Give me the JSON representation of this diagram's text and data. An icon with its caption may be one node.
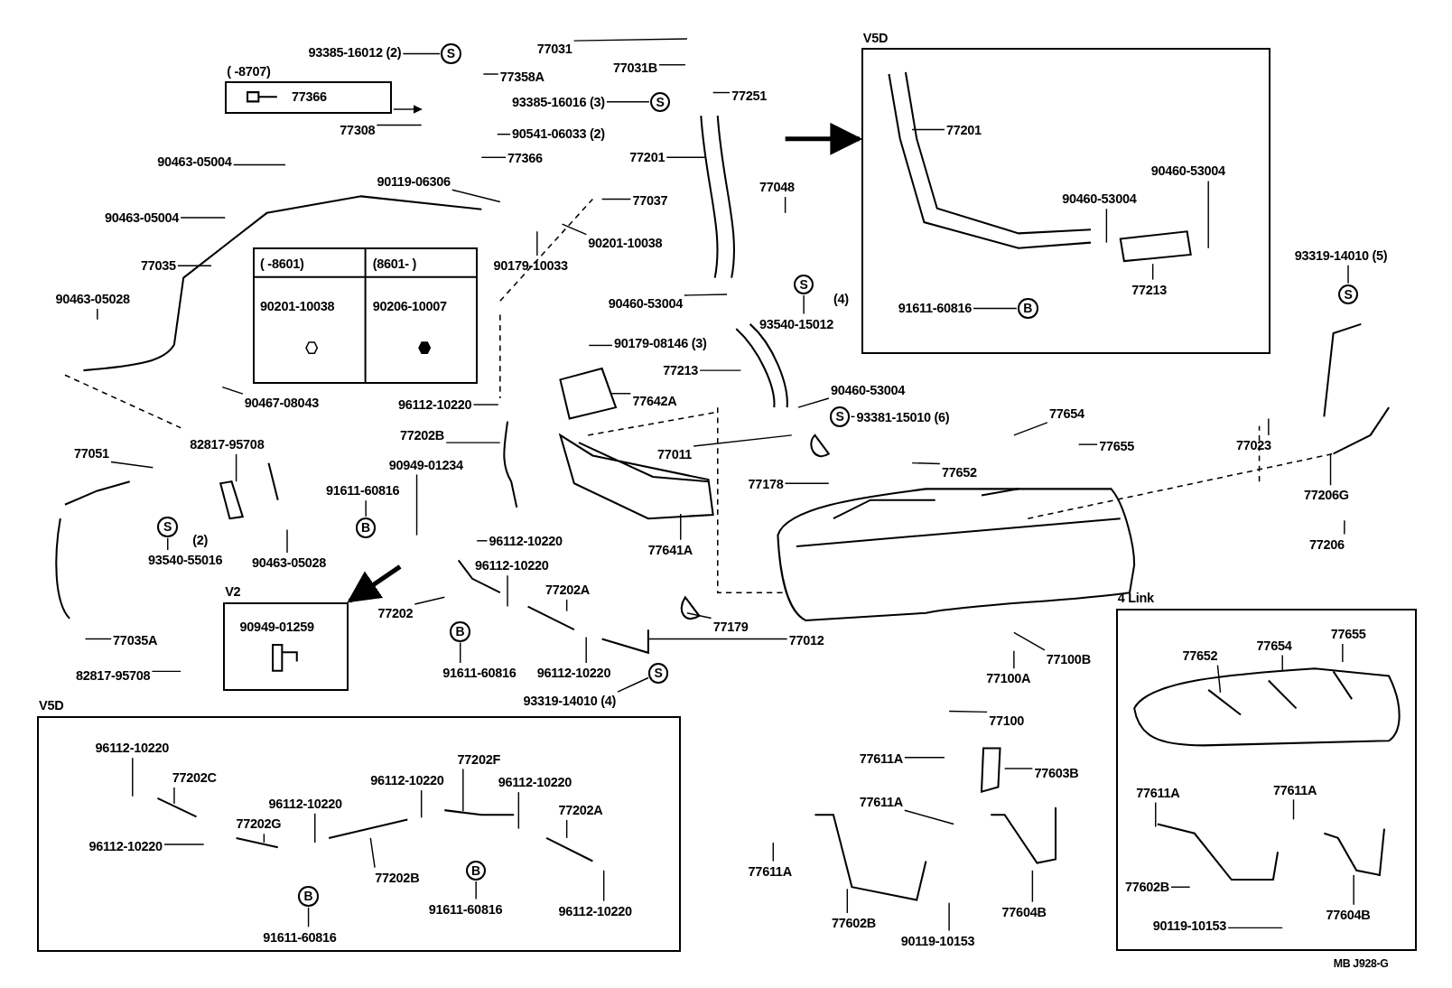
{
  "diagram": {
    "nodes": [
      {
        "text": [
          "( -8707)",
          "77366"
        ]
      },
      {
        "text": [
          "93385-16012 (2)"
        ]
      },
      {
        "text": [
          "S"
        ]
      },
      {
        "text": [
          "77358A"
        ]
      },
      {
        "text": [
          "77308"
        ]
      },
      {
        "text": [
          "90541-06033 (2)"
        ]
      },
      {
        "text": [
          "77366"
        ]
      },
      {
        "text": [
          "90119-06306"
        ]
      },
      {
        "text": [
          "90463-05004"
        ]
      },
      {
        "text": [
          "90463-05004"
        ]
      },
      {
        "text": [
          "77035"
        ]
      },
      {
        "text": [
          "90463-05028"
        ]
      },
      {
        "text": [
          "90467-08043"
        ]
      },
      {
        "text": [
          "( -8601)",
          "(8601- )",
          "90201-10038",
          "90206-10007"
        ]
      },
      {
        "text": [
          "77031"
        ]
      },
      {
        "text": [
          "77031B"
        ]
      },
      {
        "text": [
          "93385-16016 (3)"
        ]
      },
      {
        "text": [
          "S"
        ]
      },
      {
        "text": [
          "77251"
        ]
      },
      {
        "text": [
          "77201"
        ]
      },
      {
        "text": [
          "77048"
        ]
      },
      {
        "text": [
          "77037"
        ]
      },
      {
        "text": [
          "90201-10038"
        ]
      },
      {
        "text": [
          "90179-10033"
        ]
      },
      {
        "text": [
          "90460-53004"
        ]
      },
      {
        "text": [
          "S"
        ]
      },
      {
        "text": [
          "93540-15012"
        ],
        "beside": [
          "(4)"
        ]
      },
      {
        "text": [
          "90179-08146 (3)"
        ]
      },
      {
        "text": [
          "77213"
        ]
      },
      {
        "text": [
          "90460-53004"
        ]
      },
      {
        "text": [
          "S"
        ]
      },
      {
        "text": [
          "93381-15010 (6)"
        ]
      },
      {
        "text": [
          "77642A"
        ]
      },
      {
        "text": [
          "96112-10220"
        ]
      },
      {
        "text": [
          "77202B"
        ]
      },
      {
        "text": [
          "90949-01234"
        ]
      },
      {
        "text": [
          "77011"
        ]
      },
      {
        "text": [
          "77178"
        ]
      },
      {
        "text": [
          "77654"
        ]
      },
      {
        "text": [
          "77655"
        ]
      },
      {
        "text": [
          "77652"
        ]
      },
      {
        "text": [
          "77641A"
        ]
      },
      {
        "text": [
          "77051"
        ]
      },
      {
        "text": [
          "82817-95708"
        ]
      },
      {
        "text": [
          "S"
        ]
      },
      {
        "text": [
          "93540-55016"
        ],
        "beside": [
          "(2)"
        ]
      },
      {
        "text": [
          "90463-05028"
        ]
      },
      {
        "text": [
          "91611-60816"
        ]
      },
      {
        "text": [
          "B"
        ]
      },
      {
        "text": [
          "96112-10220"
        ]
      },
      {
        "text": [
          "96112-10220"
        ]
      },
      {
        "text": [
          "77202A"
        ]
      },
      {
        "text": [
          "77202"
        ]
      },
      {
        "text": [
          "B"
        ]
      },
      {
        "text": [
          "91611-60816"
        ]
      },
      {
        "text": [
          "96112-10220"
        ]
      },
      {
        "text": [
          "S"
        ]
      },
      {
        "text": [
          "93319-14010 (4)"
        ]
      },
      {
        "text": [
          "77179"
        ]
      },
      {
        "text": [
          "77012"
        ]
      },
      {
        "text": [
          "77035A"
        ]
      },
      {
        "text": [
          "82817-95708"
        ]
      },
      {
        "text": [
          "V2",
          "90949-01259"
        ]
      },
      {
        "text": [
          "V5D"
        ]
      },
      {
        "text": [
          "77201"
        ],
        "in": 63
      },
      {
        "text": [
          "90460-53004"
        ],
        "in": 63
      },
      {
        "text": [
          "90460-53004"
        ],
        "in": 63
      },
      {
        "text": [
          "77213"
        ],
        "in": 63
      },
      {
        "text": [
          "91611-60816"
        ],
        "in": 63
      },
      {
        "text": [
          "B"
        ],
        "in": 63
      },
      {
        "text": [
          "S"
        ]
      },
      {
        "text": [
          "93319-14010 (5)"
        ]
      },
      {
        "text": [
          "77023"
        ]
      },
      {
        "text": [
          "77206G"
        ]
      },
      {
        "text": [
          "77206"
        ]
      },
      {
        "text": [
          "77100B"
        ]
      },
      {
        "text": [
          "77100A"
        ]
      },
      {
        "text": [
          "77100"
        ]
      },
      {
        "text": [
          "77611A"
        ]
      },
      {
        "text": [
          "77603B"
        ]
      },
      {
        "text": [
          "77611A"
        ]
      },
      {
        "text": [
          "77611A"
        ]
      },
      {
        "text": [
          "77602B"
        ]
      },
      {
        "text": [
          "90119-10153"
        ]
      },
      {
        "text": [
          "77604B"
        ]
      },
      {
        "text": [
          "4 Link"
        ]
      },
      {
        "text": [
          "77652"
        ],
        "in": 85
      },
      {
        "text": [
          "77654"
        ],
        "in": 85
      },
      {
        "text": [
          "77655"
        ],
        "in": 85
      },
      {
        "text": [
          "77611A"
        ],
        "in": 85
      },
      {
        "text": [
          "77611A"
        ],
        "in": 85
      },
      {
        "text": [
          "77602B"
        ],
        "in": 85
      },
      {
        "text": [
          "90119-10153"
        ],
        "in": 85
      },
      {
        "text": [
          "77604B"
        ],
        "in": 85
      },
      {
        "text": [
          "V5D"
        ]
      },
      {
        "text": [
          "96112-10220"
        ],
        "in": 94
      },
      {
        "text": [
          "77202C"
        ],
        "in": 94
      },
      {
        "text": [
          "96112-10220"
        ],
        "in": 94
      },
      {
        "text": [
          "77202G"
        ],
        "in": 94
      },
      {
        "text": [
          "B"
        ],
        "in": 94
      },
      {
        "text": [
          "91611-60816"
        ],
        "in": 94
      },
      {
        "text": [
          "96112-10220"
        ],
        "in": 94
      },
      {
        "text": [
          "77202B"
        ],
        "in": 94
      },
      {
        "text": [
          "96112-10220"
        ],
        "in": 94
      },
      {
        "text": [
          "77202F"
        ],
        "in": 94
      },
      {
        "text": [
          "B"
        ],
        "in": 94
      },
      {
        "text": [
          "91611-60816"
        ],
        "in": 94
      },
      {
        "text": [
          "96112-10220"
        ],
        "in": 94
      },
      {
        "text": [
          "77202A"
        ],
        "in": 94
      },
      {
        "text": [
          "96112-10220"
        ],
        "in": 94
      }
    ],
    "edges": [
      {
        "from": 0,
        "to": null,
        "arrow": "to"
      },
      {
        "from": 1,
        "to": 2,
        "arrow": "none"
      },
      {
        "from": 3,
        "to": null,
        "arrow": "none"
      },
      {
        "from": 4,
        "to": null,
        "arrow": "none"
      },
      {
        "from": 5,
        "to": null,
        "arrow": "none"
      },
      {
        "from": 6,
        "to": null,
        "arrow": "none"
      },
      {
        "from": 7,
        "to": null,
        "arrow": "none"
      },
      {
        "from": 8,
        "to": null,
        "arrow": "none"
      },
      {
        "from": 9,
        "to": null,
        "arrow": "none"
      },
      {
        "from": 10,
        "to": null,
        "arrow": "none"
      },
      {
        "from": 11,
        "to": null,
        "arrow": "none"
      },
      {
        "from": 12,
        "to": null,
        "arrow": "none"
      },
      {
        "from": 14,
        "to": null,
        "arrow": "none"
      },
      {
        "from": 15,
        "to": null,
        "arrow": "none"
      },
      {
        "from": 16,
        "to": 17,
        "arrow": "none"
      },
      {
        "from": 18,
        "to": null,
        "arrow": "none"
      },
      {
        "from": 19,
        "to": null,
        "arrow": "none"
      },
      {
        "from": 20,
        "to": null,
        "arrow": "none"
      },
      {
        "from": 21,
        "to": null,
        "arrow": "none"
      },
      {
        "from": 22,
        "to": null,
        "arrow": "none"
      },
      {
        "from": 23,
        "to": null,
        "arrow": "none"
      },
      {
        "from": 24,
        "to": null,
        "arrow": "none"
      },
      {
        "from": 26,
        "to": 25,
        "arrow": "none"
      },
      {
        "from": 27,
        "to": null,
        "arrow": "none"
      },
      {
        "from": 28,
        "to": null,
        "arrow": "none"
      },
      {
        "from": 29,
        "to": null,
        "arrow": "none"
      },
      {
        "from": 31,
        "to": 30,
        "arrow": "none"
      },
      {
        "from": 32,
        "to": null,
        "arrow": "none"
      },
      {
        "from": 33,
        "to": null,
        "arrow": "none"
      },
      {
        "from": 34,
        "to": null,
        "arrow": "none"
      },
      {
        "from": 35,
        "to": null,
        "arrow": "none"
      },
      {
        "from": 36,
        "to": null,
        "arrow": "none"
      },
      {
        "from": 37,
        "to": null,
        "arrow": "none"
      },
      {
        "from": 38,
        "to": null,
        "arrow": "none"
      },
      {
        "from": 39,
        "to": null,
        "arrow": "none"
      },
      {
        "from": 40,
        "to": null,
        "arrow": "none"
      },
      {
        "from": 41,
        "to": null,
        "arrow": "none"
      },
      {
        "from": 42,
        "to": null,
        "arrow": "none"
      },
      {
        "from": 43,
        "to": null,
        "arrow": "none"
      },
      {
        "from": 45,
        "to": 44,
        "arrow": "none"
      },
      {
        "from": 46,
        "to": null,
        "arrow": "none"
      },
      {
        "from": 47,
        "to": 48,
        "arrow": "none"
      },
      {
        "from": 49,
        "to": null,
        "arrow": "none"
      },
      {
        "from": 50,
        "to": null,
        "arrow": "none"
      },
      {
        "from": 51,
        "to": null,
        "arrow": "none"
      },
      {
        "from": 52,
        "to": null,
        "arrow": "none"
      },
      {
        "from": 54,
        "to": 53,
        "arrow": "none"
      },
      {
        "from": 55,
        "to": null,
        "arrow": "none"
      },
      {
        "from": 57,
        "to": 56,
        "arrow": "none"
      },
      {
        "from": 58,
        "to": null,
        "arrow": "none"
      },
      {
        "from": 59,
        "to": null,
        "arrow": "none"
      },
      {
        "from": 60,
        "to": null,
        "arrow": "none"
      },
      {
        "from": 61,
        "to": null,
        "arrow": "none"
      },
      {
        "from": 64,
        "to": null,
        "arrow": "none"
      },
      {
        "from": 65,
        "to": null,
        "arrow": "none"
      },
      {
        "from": 66,
        "to": null,
        "arrow": "none"
      },
      {
        "from": 67,
        "to": null,
        "arrow": "none"
      },
      {
        "from": 68,
        "to": 69,
        "arrow": "none"
      },
      {
        "from": 71,
        "to": 70,
        "arrow": "none"
      },
      {
        "from": 72,
        "to": null,
        "arrow": "none"
      },
      {
        "from": 73,
        "to": null,
        "arrow": "none"
      },
      {
        "from": 74,
        "to": null,
        "arrow": "none"
      },
      {
        "from": 75,
        "to": null,
        "arrow": "none"
      },
      {
        "from": 76,
        "to": null,
        "arrow": "none"
      },
      {
        "from": 77,
        "to": null,
        "arrow": "none"
      },
      {
        "from": 78,
        "to": null,
        "arrow": "none"
      },
      {
        "from": 79,
        "to": null,
        "arrow": "none"
      },
      {
        "from": 80,
        "to": null,
        "arrow": "none"
      },
      {
        "from": 81,
        "to": null,
        "arrow": "none"
      },
      {
        "from": 82,
        "to": null,
        "arrow": "none"
      },
      {
        "from": 83,
        "to": null,
        "arrow": "none"
      },
      {
        "from": 84,
        "to": null,
        "arrow": "none"
      },
      {
        "from": 86,
        "to": null,
        "arrow": "none"
      },
      {
        "from": 87,
        "to": null,
        "arrow": "none"
      },
      {
        "from": 88,
        "to": null,
        "arrow": "none"
      },
      {
        "from": 89,
        "to": null,
        "arrow": "none"
      },
      {
        "from": 90,
        "to": null,
        "arrow": "none"
      },
      {
        "from": 91,
        "to": null,
        "arrow": "none"
      },
      {
        "from": 92,
        "to": null,
        "arrow": "none"
      },
      {
        "from": 93,
        "to": null,
        "arrow": "none"
      },
      {
        "from": 95,
        "to": null,
        "arrow": "none"
      },
      {
        "from": 96,
        "to": null,
        "arrow": "none"
      },
      {
        "from": 97,
        "to": null,
        "arrow": "none"
      },
      {
        "from": 98,
        "to": null,
        "arrow": "none"
      },
      {
        "from": 100,
        "to": 99,
        "arrow": "none"
      },
      {
        "from": 101,
        "to": null,
        "arrow": "none"
      },
      {
        "from": 102,
        "to": null,
        "arrow": "none"
      },
      {
        "from": 103,
        "to": null,
        "arrow": "none"
      },
      {
        "from": 104,
        "to": null,
        "arrow": "none"
      },
      {
        "from": 106,
        "to": 105,
        "arrow": "none"
      },
      {
        "from": 107,
        "to": null,
        "arrow": "none"
      },
      {
        "from": 108,
        "to": null,
        "arrow": "none"
      },
      {
        "from": 109,
        "to": null,
        "arrow": "none"
      },
      {
        "from": null,
        "to": 63,
        "arrow": "to",
        "style": "thick"
      },
      {
        "from": null,
        "to": 62,
        "arrow": "to",
        "style": "thick"
      }
    ],
    "labels": [
      "MB J928-G"
    ]
  }
}
